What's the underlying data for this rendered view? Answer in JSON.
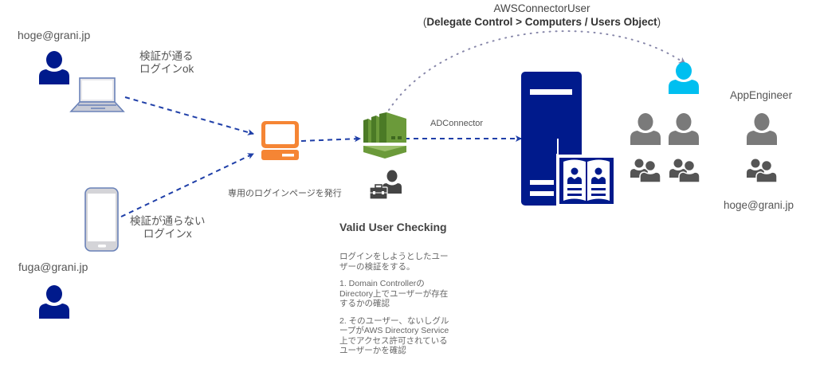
{
  "diagram": {
    "title_line1": "AWSConnectorUser",
    "title_line2_open": "(",
    "title_line2_bold": "Delegate Control > Computers / Users Object",
    "title_line2_close": ")",
    "nodes": {
      "user_hoge": {
        "label": "hoge@grani.jp",
        "icon": "user-icon",
        "color": "#001A8C"
      },
      "laptop": {
        "label_line1": "検証が通る",
        "label_line2": "ログインok",
        "icon": "laptop-icon"
      },
      "phone": {
        "label_line1": "検証が通らない",
        "label_line2": "ログインx",
        "icon": "smartphone-icon"
      },
      "user_fuga": {
        "label": "fuga@grani.jp",
        "icon": "user-icon",
        "color": "#001A8C"
      },
      "login_page": {
        "label": "専用のログインページを発行",
        "icon": "desktop-computer-icon",
        "color": "#F58534"
      },
      "ad_connector": {
        "label": "ADConnector",
        "icon": "aws-directory-service-icon",
        "color": "#6B9A3A"
      },
      "admin": {
        "icon": "user-with-toolbox-icon",
        "color": "#444444"
      },
      "domain_controller": {
        "icon": "directory-server-icon",
        "color": "#001A8C"
      },
      "connector_user": {
        "icon": "user-icon",
        "color": "#00BFF0"
      },
      "users_group": {
        "icons": [
          "user-icon",
          "user-icon",
          "user-group-icon",
          "user-group-icon"
        ],
        "color": "#777777"
      },
      "app_engineer": {
        "label": "AppEngineer",
        "sublabel": "hoge@grani.jp",
        "icons": [
          "user-icon",
          "user-group-icon"
        ]
      }
    },
    "valid_user_checking": {
      "heading": "Valid User Checking",
      "paragraphs": [
        "ログインをしようとしたユーザーの検証をする。",
        "1. Domain ControllerのDirectory上でユーザーが存在するかの確認",
        "2. そのユーザー、ないしグループがAWS Directory Service上でアクセス許可されているユーザーかを確認"
      ]
    },
    "edge_color": "#1F3FA8",
    "dotted_edge_color": "#8888AA"
  }
}
